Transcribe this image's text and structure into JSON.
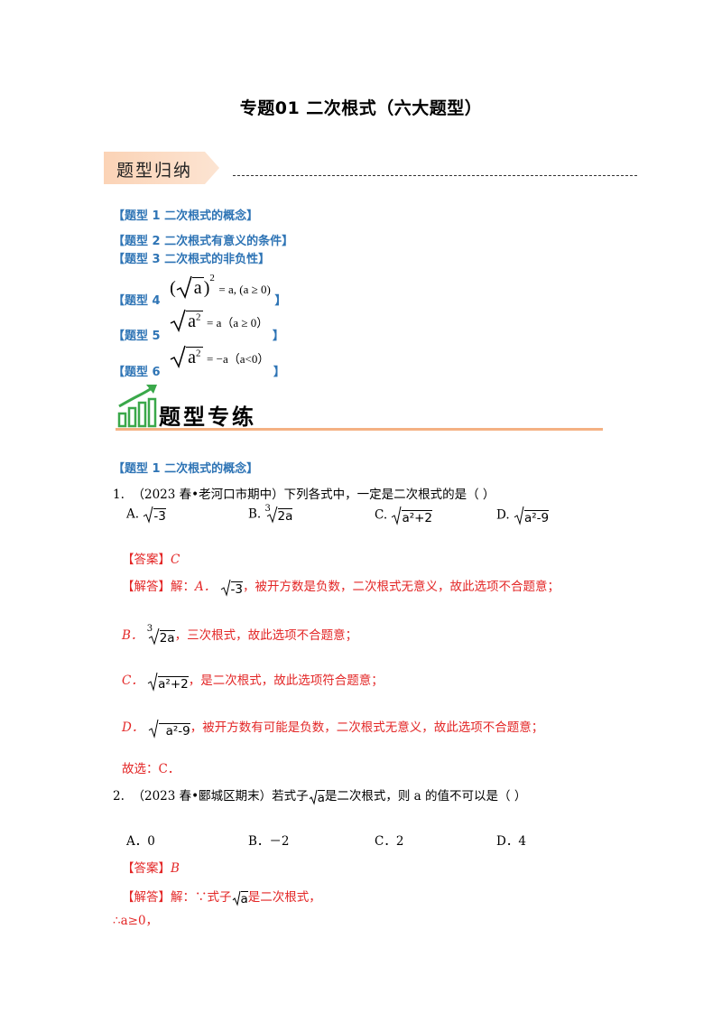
{
  "title": "专题01  二次根式（六大题型）",
  "section1_banner": "题型归纳",
  "toc": [
    {
      "label": "题型 1  二次根式的概念"
    },
    {
      "label": "题型 2  二次根式有意义的条件"
    },
    {
      "label": "题型 3  二次根式的非负性"
    },
    {
      "label": "题型 4",
      "formula_base": "a",
      "formula_exp": "2",
      "formula_rest": "= a, (a ≥ 0)"
    },
    {
      "label": "题型 5",
      "formula_rad": "a",
      "formula_exp": "2",
      "formula_rest": "= a（a ≥ 0）"
    },
    {
      "label": "题型 6",
      "formula_rad": "a",
      "formula_exp": "2",
      "formula_rest": "= −a（a<0）"
    }
  ],
  "bracket_open": "【",
  "bracket_close": "】",
  "section2_banner": "题型专练",
  "section_heading": "题型 1  二次根式的概念",
  "q1": {
    "number": "1.",
    "text": "（2023 春•老河口市期中）下列各式中，一定是二次根式的是（      ）",
    "options": [
      {
        "letter": "A.",
        "rad": "-3"
      },
      {
        "letter": "B.",
        "index": "3",
        "rad": "2a"
      },
      {
        "letter": "C.",
        "rad": "a²+2"
      },
      {
        "letter": "D.",
        "rad": "a²-9"
      }
    ],
    "answer_label": "【答案】",
    "answer_value": "C",
    "explanation_label": "【解答】",
    "exp_prefix": "解：",
    "lines": [
      {
        "opt": "A．",
        "rad": "-3",
        "text": "，被开方数是负数，二次根式无意义，故此选项不合题意；"
      },
      {
        "opt": "B．",
        "index": "3",
        "rad": "2a",
        "text": "，三次根式，故此选项不合题意；"
      },
      {
        "opt": "C．",
        "rad": "a²+2",
        "text": "，是二次根式，故此选项符合题意；"
      },
      {
        "opt": "D．",
        "rad": "a²-9",
        "text": "，被开方数有可能是负数，二次根式无意义，故此选项不合题意；"
      }
    ],
    "conclusion": "故选：C．"
  },
  "q2": {
    "number": "2.",
    "text_before": "（2023 春•郾城区期末）若式子",
    "rad": "a",
    "text_after": "是二次根式，则 a 的值不可以是（      ）",
    "options": [
      {
        "letter": "A．",
        "value": "0"
      },
      {
        "letter": "B．",
        "value": "－2"
      },
      {
        "letter": "C．",
        "value": "2"
      },
      {
        "letter": "D．",
        "value": "4"
      }
    ],
    "answer_label": "【答案】",
    "answer_value": "B",
    "explanation_label": "【解答】",
    "exp_prefix": "解：∵式子",
    "exp_rad": "a",
    "exp_suffix": "是二次根式，",
    "line2": "∴a≥0，"
  },
  "colors": {
    "heading_blue": "#2e74b5",
    "answer_red": "#e32626",
    "banner_orange": "#f4b183",
    "icon_green": "#3aa84a"
  }
}
